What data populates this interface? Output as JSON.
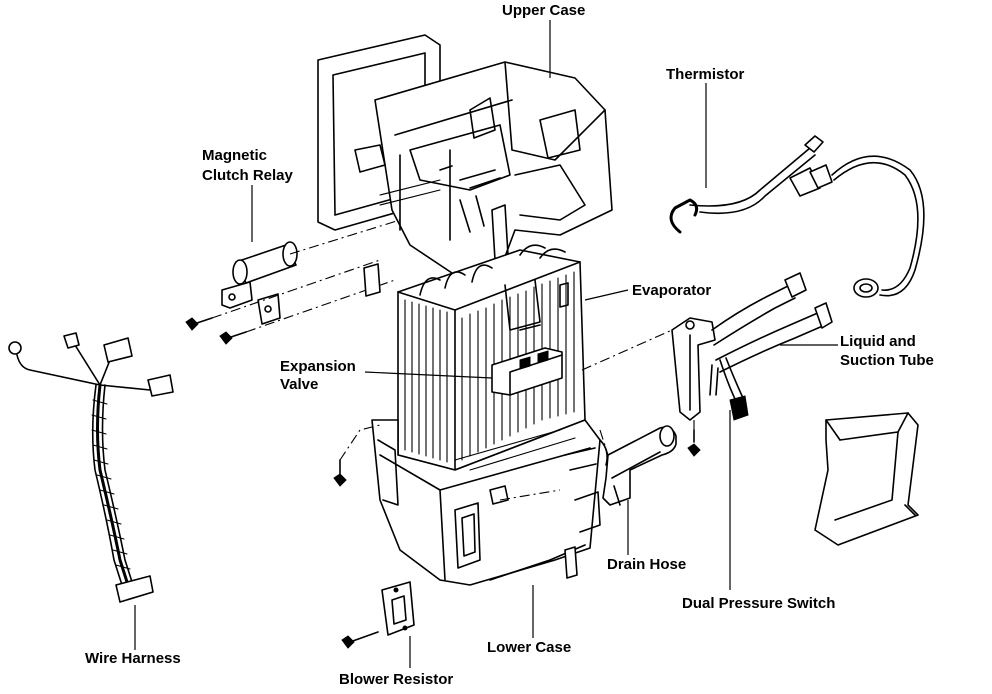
{
  "labels": {
    "upper_case": "Upper Case",
    "thermistor": "Thermistor",
    "magnetic_clutch_relay_line1": "Magnetic",
    "magnetic_clutch_relay_line2": "Clutch Relay",
    "evaporator": "Evaporator",
    "liquid_suction_line1": "Liquid and",
    "liquid_suction_line2": "Suction Tube",
    "expansion_valve_line1": "Expansion",
    "expansion_valve_line2": "Valve",
    "drain_hose": "Drain Hose",
    "dual_pressure_switch": "Dual Pressure Switch",
    "wire_harness": "Wire Harness",
    "lower_case": "Lower Case",
    "blower_resistor": "Blower Resistor"
  }
}
